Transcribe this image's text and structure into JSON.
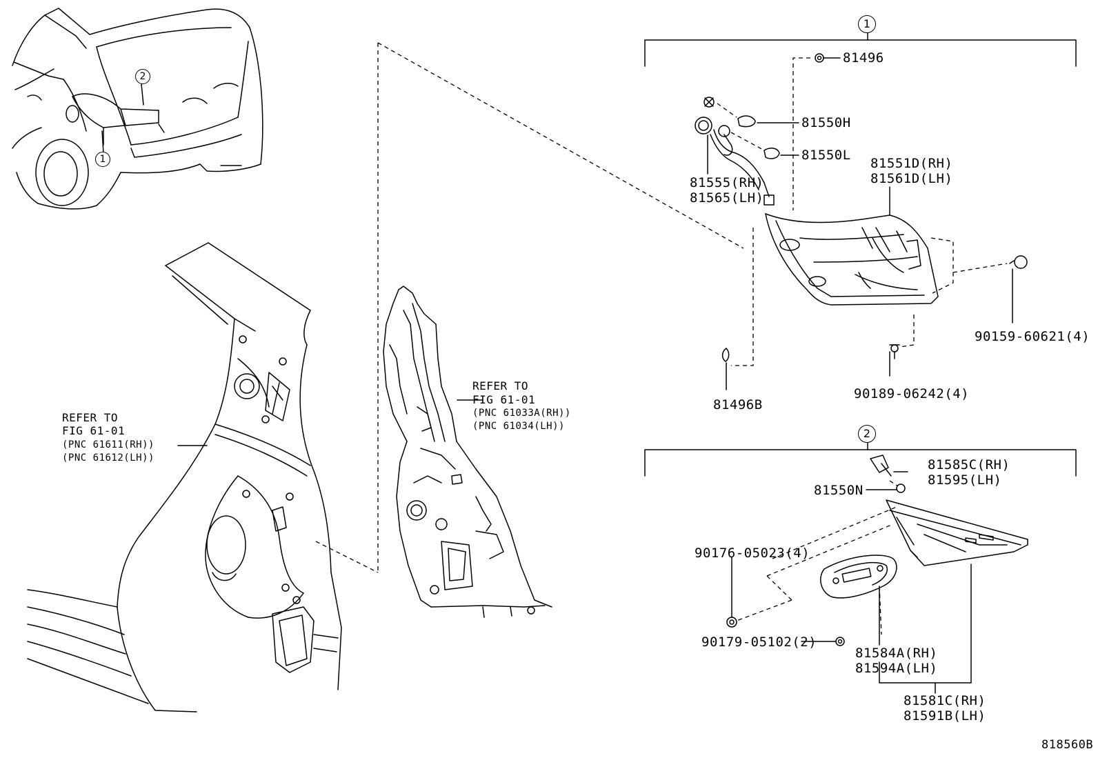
{
  "callouts": {
    "one": "1",
    "two": "2"
  },
  "refer_quarter": {
    "line1": "REFER TO",
    "line2": "FIG 61-01",
    "line3": "(PNC 61611(RH))",
    "line4": "(PNC 61612(LH))"
  },
  "refer_pillar": {
    "line1": "REFER TO",
    "line2": "FIG 61-01",
    "line3": "(PNC 61033A(RH))",
    "line4": "(PNC 61034(LH))"
  },
  "group1": {
    "p81496": "81496",
    "p81550H": "81550H",
    "p81550L": "81550L",
    "p81551D": "81551D(RH)",
    "p81561D": "81561D(LH)",
    "p81555": "81555(RH)",
    "p81565": "81565(LH)",
    "p90159": "90159-60621(4)",
    "p81496B": "81496B",
    "p90189": "90189-06242(4)"
  },
  "group2": {
    "p81585C": "81585C(RH)",
    "p81595": "81595(LH)",
    "p81550N": "81550N",
    "p90176": "90176-05023(4)",
    "p90179": "90179-05102(2)",
    "p81584A": "81584A(RH)",
    "p81594A": "81594A(LH)",
    "p81581C": "81581C(RH)",
    "p81591B": "81591B(LH)"
  },
  "illustration_code": "818560B"
}
